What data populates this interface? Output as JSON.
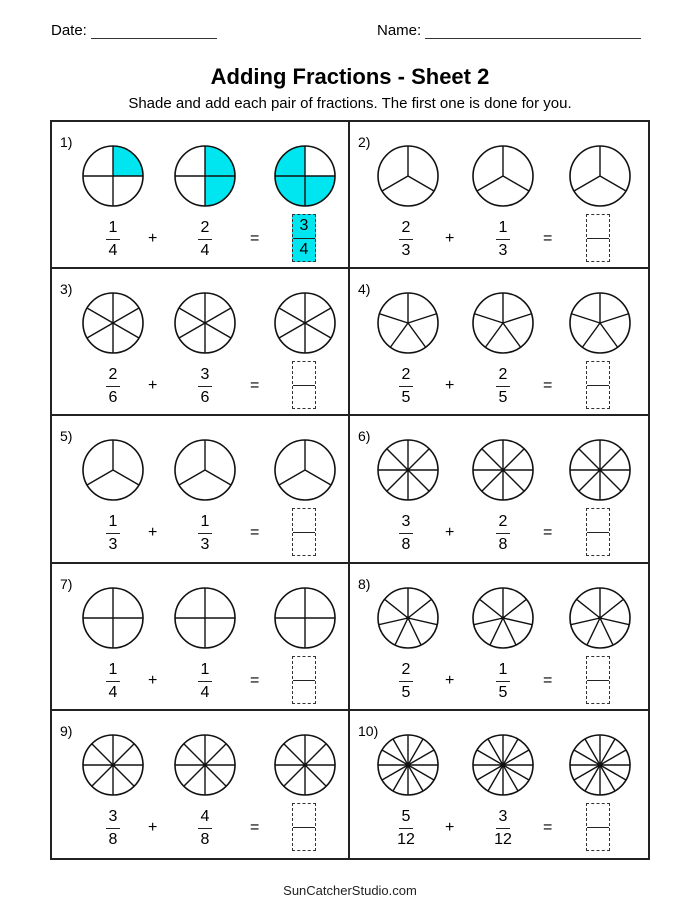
{
  "header": {
    "date_label": "Date:",
    "name_label": "Name:",
    "title": "Adding Fractions - Sheet 2",
    "instructions": "Shade and add each pair of fractions.  The first one is done for you."
  },
  "colors": {
    "shade": "#00e6f0",
    "line": "#222222"
  },
  "problems": [
    {
      "label": "1)",
      "a": {
        "n": "1",
        "d": "4"
      },
      "b": {
        "n": "2",
        "d": "4"
      },
      "slices": 4,
      "answer": {
        "n": "3",
        "d": "4"
      },
      "shaded": [
        1,
        2,
        3
      ],
      "example": true
    },
    {
      "label": "2)",
      "a": {
        "n": "2",
        "d": "3"
      },
      "b": {
        "n": "1",
        "d": "3"
      },
      "slices": 3,
      "answer": {
        "n": "",
        "d": ""
      }
    },
    {
      "label": "3)",
      "a": {
        "n": "2",
        "d": "6"
      },
      "b": {
        "n": "3",
        "d": "6"
      },
      "slices": 6,
      "answer": {
        "n": "",
        "d": ""
      }
    },
    {
      "label": "4)",
      "a": {
        "n": "2",
        "d": "5"
      },
      "b": {
        "n": "2",
        "d": "5"
      },
      "slices": 5,
      "answer": {
        "n": "",
        "d": ""
      }
    },
    {
      "label": "5)",
      "a": {
        "n": "1",
        "d": "3"
      },
      "b": {
        "n": "1",
        "d": "3"
      },
      "slices": 3,
      "answer": {
        "n": "",
        "d": ""
      }
    },
    {
      "label": "6)",
      "a": {
        "n": "3",
        "d": "8"
      },
      "b": {
        "n": "2",
        "d": "8"
      },
      "slices": 8,
      "answer": {
        "n": "",
        "d": ""
      }
    },
    {
      "label": "7)",
      "a": {
        "n": "1",
        "d": "4"
      },
      "b": {
        "n": "1",
        "d": "4"
      },
      "slices": 4,
      "answer": {
        "n": "",
        "d": ""
      }
    },
    {
      "label": "8)",
      "a": {
        "n": "2",
        "d": "5"
      },
      "b": {
        "n": "1",
        "d": "5"
      },
      "slices": 7,
      "answer": {
        "n": "",
        "d": ""
      }
    },
    {
      "label": "9)",
      "a": {
        "n": "3",
        "d": "8"
      },
      "b": {
        "n": "4",
        "d": "8"
      },
      "slices": 8,
      "answer": {
        "n": "",
        "d": ""
      }
    },
    {
      "label": "10)",
      "a": {
        "n": "5",
        "d": "12"
      },
      "b": {
        "n": "3",
        "d": "12"
      },
      "slices": 12,
      "answer": {
        "n": "",
        "d": ""
      }
    }
  ],
  "operators": {
    "plus": "+",
    "equals": "="
  },
  "footer": "SunCatcherStudio.com"
}
